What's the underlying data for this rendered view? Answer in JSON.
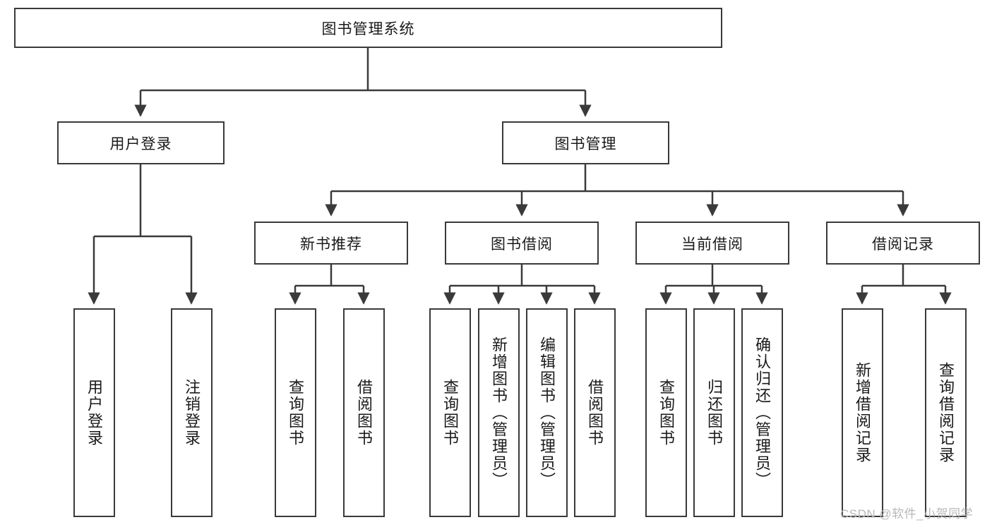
{
  "diagram": {
    "title": "图书管理系统",
    "type": "tree-hierarchy-diagram",
    "stroke_color": "#3a3a3a",
    "background_color": "#ffffff",
    "text_color": "#1a1a1a",
    "watermark": "CSDN @软件_小贺同学",
    "nodes": {
      "root": {
        "label": "图书管理系统"
      },
      "level2": [
        {
          "label": "用户登录"
        },
        {
          "label": "图书管理"
        }
      ],
      "level3": [
        {
          "label": "新书推荐"
        },
        {
          "label": "图书借阅"
        },
        {
          "label": "当前借阅"
        },
        {
          "label": "借阅记录"
        }
      ],
      "leaves": {
        "user_login": [
          {
            "label": "用户登录"
          },
          {
            "label": "注销登录"
          }
        ],
        "new_book_recommend": [
          {
            "label": "查询图书"
          },
          {
            "label": "借阅图书"
          }
        ],
        "book_borrow": [
          {
            "label": "查询图书"
          },
          {
            "label": "新增图书（管理员）"
          },
          {
            "label": "编辑图书（管理员）"
          },
          {
            "label": "借阅图书"
          }
        ],
        "current_borrow": [
          {
            "label": "查询图书"
          },
          {
            "label": "归还图书"
          },
          {
            "label": "确认归还（管理员）"
          }
        ],
        "borrow_record": [
          {
            "label": "新增借阅记录"
          },
          {
            "label": "查询借阅记录"
          }
        ]
      }
    }
  }
}
